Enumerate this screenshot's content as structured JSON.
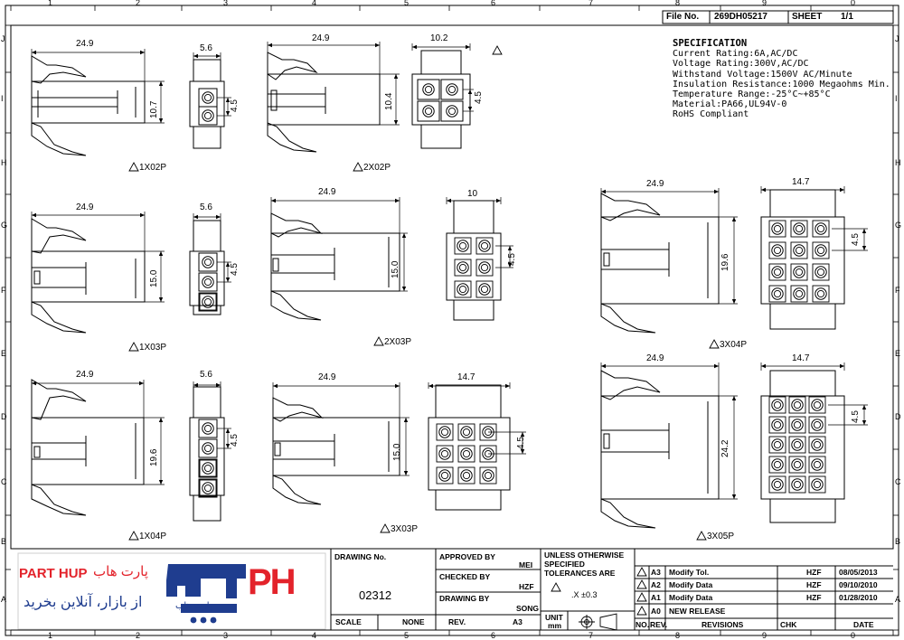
{
  "header": {
    "file_no_label": "File No.",
    "file_no": "269DH05217",
    "sheet_label": "SHEET",
    "sheet_value": "1/1"
  },
  "grid": {
    "cols": [
      "1",
      "2",
      "3",
      "4",
      "5",
      "6",
      "7",
      "8",
      "9",
      "0"
    ],
    "rows": [
      "J",
      "I",
      "H",
      "G",
      "F",
      "E",
      "D",
      "C",
      "B",
      "A"
    ]
  },
  "spec": {
    "title": "SPECIFICATION",
    "lines": [
      "Current  Rating:6A,AC/DC",
      "Voltage  Rating:300V,AC/DC",
      "Withstand  Voltage:1500V  AC/Minute",
      "Insulation  Resistance:1000  Megaohms  Min.",
      "Temperature  Range:-25°C~+85°C",
      "Material:PA66,UL94V-0",
      "RoHS  Compliant"
    ]
  },
  "views": {
    "v1x02": {
      "w": "24.9",
      "h": "10.7",
      "label": "1X02P"
    },
    "e1x02": {
      "w": "5.6",
      "p": "4.5"
    },
    "v2x02": {
      "w": "24.9",
      "h": "10.4",
      "label": "2X02P"
    },
    "e2x02": {
      "w": "10.2",
      "p": "4.5"
    },
    "v1x03": {
      "w": "24.9",
      "h": "15.0",
      "label": "1X03P"
    },
    "e1x03": {
      "w": "5.6",
      "p": "4.5"
    },
    "v2x03": {
      "w": "24.9",
      "h": "15.0",
      "label": "2X03P"
    },
    "e2x03": {
      "w": "10",
      "p": "4.5"
    },
    "v3x04": {
      "w": "24.9",
      "h": "19.6",
      "label": "3X04P"
    },
    "e3x04": {
      "w": "14.7",
      "p": "4.5"
    },
    "v1x04": {
      "w": "24.9",
      "h": "19.6",
      "label": "1X04P"
    },
    "e1x04": {
      "w": "5.6",
      "p": "4.5"
    },
    "v3x03": {
      "w": "24.9",
      "h": "15.0",
      "label": "3X03P"
    },
    "e3x03": {
      "w": "14.7",
      "p": "4.5"
    },
    "v3x05": {
      "w": "24.9",
      "h": "24.2",
      "label": "3X05P"
    },
    "e3x05": {
      "w": "14.7",
      "p": "4.5"
    }
  },
  "logo": {
    "brand_en": "PART HUP",
    "brand_fa": "پارت هاب",
    "tagline_fa": "از بازار، آنلاین بخرید",
    "mark_ph": "PH",
    "mark_fa": "پارت هاب"
  },
  "titleblock": {
    "drawing_no_label": "DRAWING No.",
    "drawing_no": "02312",
    "scale_label": "SCALE",
    "scale_value": "NONE",
    "rev_label": "REV.",
    "rev_value": "A3",
    "approved_label": "APPROVED BY",
    "approved_value": "MEI",
    "checked_label": "CHECKED BY",
    "checked_value": "HZF",
    "drawing_label": "DRAWING BY",
    "drawing_value": "SONG",
    "tol_lines": [
      "UNLESS OTHERWISE",
      "SPECIFIED",
      "TOLERANCES ARE"
    ],
    "tol_value": ".X  ±0.3",
    "unit_label": "UNIT",
    "unit_value": "mm",
    "no_label": "NO.",
    "revcol_label": "REV.",
    "revisions_label": "REVISIONS",
    "chk_label": "CHK",
    "date_label": "DATE"
  },
  "revisions": [
    {
      "rev": "A3",
      "desc": "Modify Tol.",
      "chk": "HZF",
      "date": "08/05/2013"
    },
    {
      "rev": "A2",
      "desc": "Modify Data",
      "chk": "HZF",
      "date": "09/10/2010"
    },
    {
      "rev": "A1",
      "desc": "Modify Data",
      "chk": "HZF",
      "date": "01/28/2010"
    },
    {
      "rev": "A0",
      "desc": "NEW RELEASE",
      "chk": "",
      "date": ""
    }
  ],
  "colors": {
    "line": "#000000",
    "brand_blue": "#1f3d8f",
    "brand_red": "#e3232b"
  }
}
